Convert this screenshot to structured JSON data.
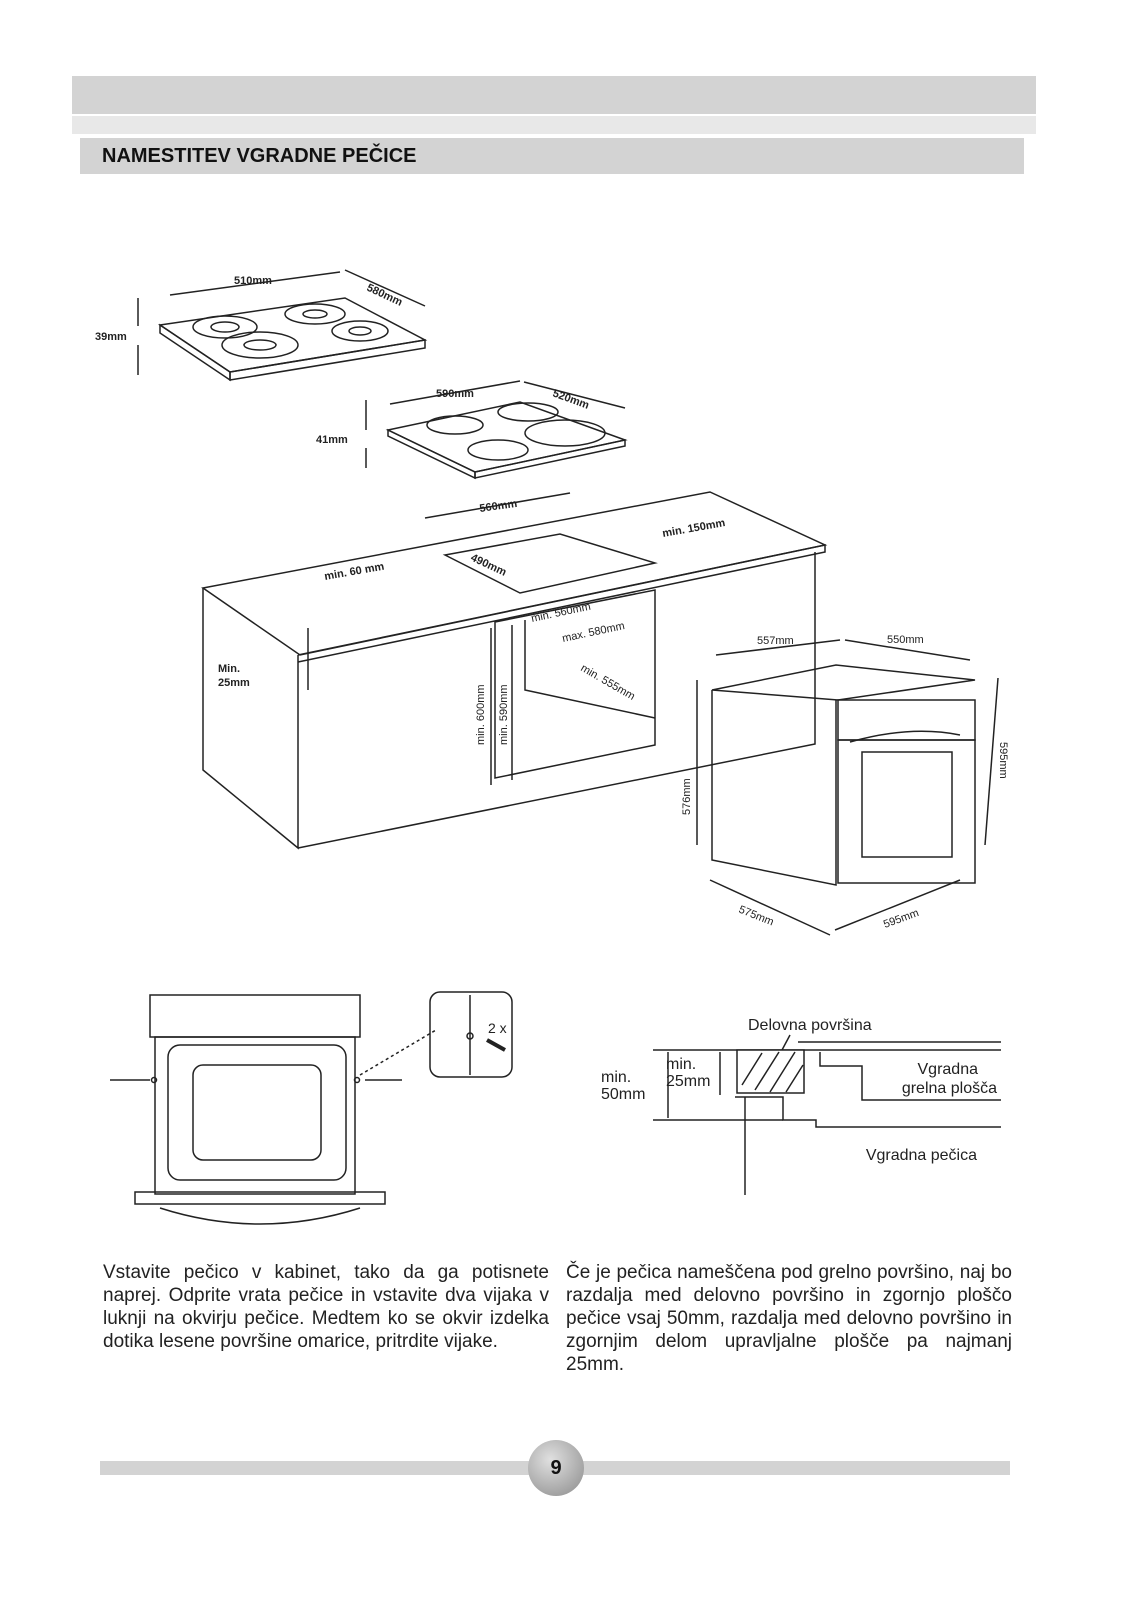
{
  "header": {
    "title": "NAMESTITEV VGRADNE PEČICE"
  },
  "diagram_top": {
    "hob1": {
      "width": "510mm",
      "depth": "580mm",
      "height": "39mm"
    },
    "hob2": {
      "width": "590mm",
      "depth": "520mm",
      "height": "41mm"
    },
    "cabinet": {
      "cutout_width": "560mm",
      "cutout_depth": "490mm",
      "min_front": "min. 60 mm",
      "min_back": "min. 150mm",
      "min_top": "Min.\n25mm",
      "min_top_line1": "Min.",
      "min_top_line2": "25mm",
      "niche_w1": "min. 560mm",
      "niche_w2": "max. 580mm",
      "niche_depth": "min. 555mm",
      "niche_h1": "min. 600mm",
      "niche_h2": "min. 590mm"
    },
    "oven": {
      "d1": "557mm",
      "w1": "550mm",
      "h1": "576mm",
      "h2": "595mm",
      "d2": "575mm",
      "w2": "595mm"
    }
  },
  "diagram_bottom_left": {
    "screws": "2 x"
  },
  "diagram_bottom_right": {
    "worktop": "Delovna površina",
    "min50_1": "min.",
    "min50_2": "50mm",
    "min25_1": "min.",
    "min25_2": "25mm",
    "hob_1": "Vgradna",
    "hob_2": "grelna plošča",
    "oven": "Vgradna pečica"
  },
  "text": {
    "left": "Vstavite pečico v kabinet, tako da ga potisnete naprej. Odprite vrata pečice in vstavite dva vijaka v luknji na okvirju pečice. Medtem ko se okvir izdelka dotika lesene površine omarice, pritrdite vijake.",
    "right": "Če je pečica nameščena pod grelno površino, naj bo razdalja med delovno površino in zgornjo ploščo pečice vsaj 50mm, razdalja med delovno površino in zgornjim delom upravljalne plošče pa najmanj 25mm."
  },
  "footer": {
    "page": "9"
  }
}
